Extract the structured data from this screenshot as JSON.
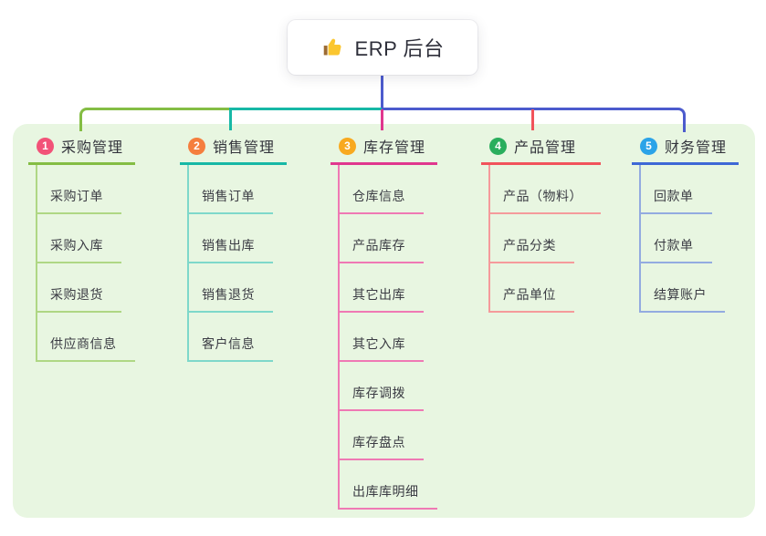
{
  "root": {
    "title": "ERP 后台",
    "icon": "thumbs-up-icon",
    "stem_color": "#4C5BCD"
  },
  "panel": {
    "background": "#E8F6E1"
  },
  "icon_colors": {
    "thumb_hand": "#FBC62F",
    "thumb_cuff": "#9C6B33"
  },
  "branches": [
    {
      "badge": "1",
      "badge_color": "#F25278",
      "line_color": "#84BD44",
      "light_color": "#AFD784",
      "label": "采购管理",
      "children": [
        "采购订单",
        "采购入库",
        "采购退货",
        "供应商信息"
      ]
    },
    {
      "badge": "2",
      "badge_color": "#F57E3E",
      "line_color": "#17B8A6",
      "light_color": "#7ED8CA",
      "label": "销售管理",
      "children": [
        "销售订单",
        "销售出库",
        "销售退货",
        "客户信息"
      ]
    },
    {
      "badge": "3",
      "badge_color": "#F8A91F",
      "line_color": "#E0378E",
      "light_color": "#EF79B4",
      "label": "库存管理",
      "children": [
        "仓库信息",
        "产品库存",
        "其它出库",
        "其它入库",
        "库存调拨",
        "库存盘点",
        "出库库明细"
      ]
    },
    {
      "badge": "4",
      "badge_color": "#2AAE5D",
      "line_color": "#F1535B",
      "light_color": "#F59A9B",
      "label": "产品管理",
      "children": [
        "产品（物料）",
        "产品分类",
        "产品单位"
      ]
    },
    {
      "badge": "5",
      "badge_color": "#2BA3E8",
      "line_color": "#3E68D6",
      "light_color": "#93ABE0",
      "label": "财务管理",
      "children": [
        "回款单",
        "付款单",
        "结算账户"
      ]
    }
  ]
}
